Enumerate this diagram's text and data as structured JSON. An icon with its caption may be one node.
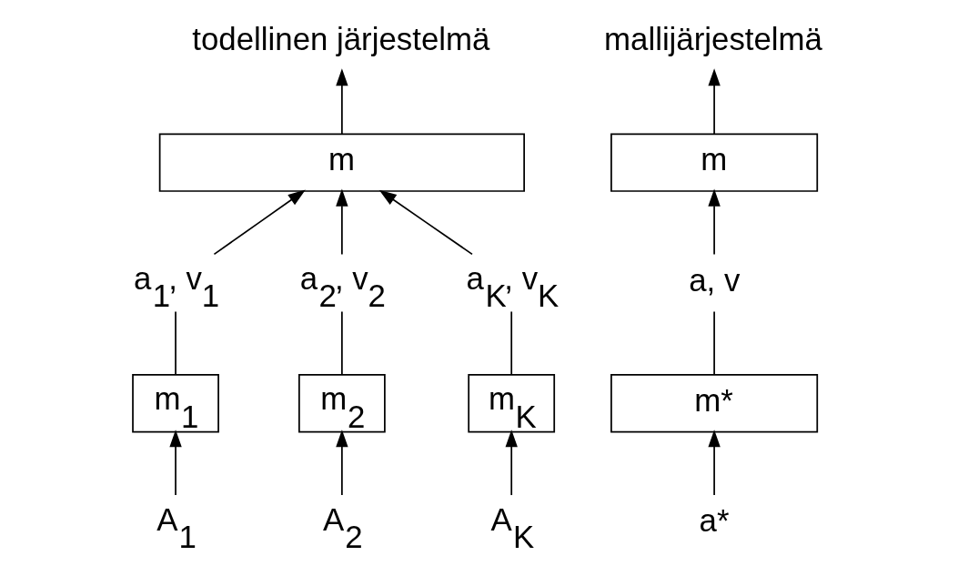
{
  "diagram": {
    "nodes": [
      {
        "text": [
          "todellinen järjestelmä"
        ]
      },
      {
        "text": [
          "m"
        ]
      },
      {
        "text": [
          "a$_{1}$, v$_{1}$"
        ]
      },
      {
        "text": [
          "a$_{2}$, v$_{2}$"
        ]
      },
      {
        "text": [
          "a$_{K}$, v$_{K}$"
        ]
      },
      {
        "text": [
          "m$_{1}$"
        ]
      },
      {
        "text": [
          "m$_{2}$"
        ]
      },
      {
        "text": [
          "m$_{K}$"
        ]
      },
      {
        "text": [
          "A$_{1}$"
        ]
      },
      {
        "text": [
          "A$_{2}$"
        ]
      },
      {
        "text": [
          "A$_{K}$"
        ]
      },
      {
        "text": [
          "mallijärjestelmä"
        ]
      },
      {
        "text": [
          "m"
        ]
      },
      {
        "text": [
          "a, v"
        ]
      },
      {
        "text": [
          "m*"
        ]
      },
      {
        "text": [
          "a*"
        ]
      }
    ],
    "edges": [
      {
        "from": 1,
        "to": 0,
        "arrow": "to"
      },
      {
        "from": 2,
        "to": 1,
        "arrow": "to"
      },
      {
        "from": 3,
        "to": 1,
        "arrow": "to"
      },
      {
        "from": 4,
        "to": 1,
        "arrow": "to"
      },
      {
        "from": 5,
        "to": 2,
        "arrow": "none"
      },
      {
        "from": 6,
        "to": 3,
        "arrow": "none"
      },
      {
        "from": 7,
        "to": 4,
        "arrow": "none"
      },
      {
        "from": 8,
        "to": 5,
        "arrow": "to"
      },
      {
        "from": 9,
        "to": 6,
        "arrow": "to"
      },
      {
        "from": 10,
        "to": 7,
        "arrow": "to"
      },
      {
        "from": 12,
        "to": 11,
        "arrow": "to"
      },
      {
        "from": 13,
        "to": 12,
        "arrow": "to"
      },
      {
        "from": 14,
        "to": 13,
        "arrow": "none"
      },
      {
        "from": 15,
        "to": 14,
        "arrow": "to"
      }
    ]
  }
}
